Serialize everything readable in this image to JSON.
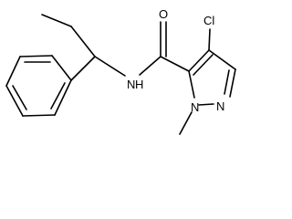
{
  "molecule": {
    "atom_labels": {
      "chlorine": "Cl",
      "carbonyl_oxygen": "O",
      "amide_nitrogen": "N",
      "amide_hydrogen": "H",
      "ring_nitrogen_methyl": "N",
      "ring_nitrogen": "N"
    }
  }
}
